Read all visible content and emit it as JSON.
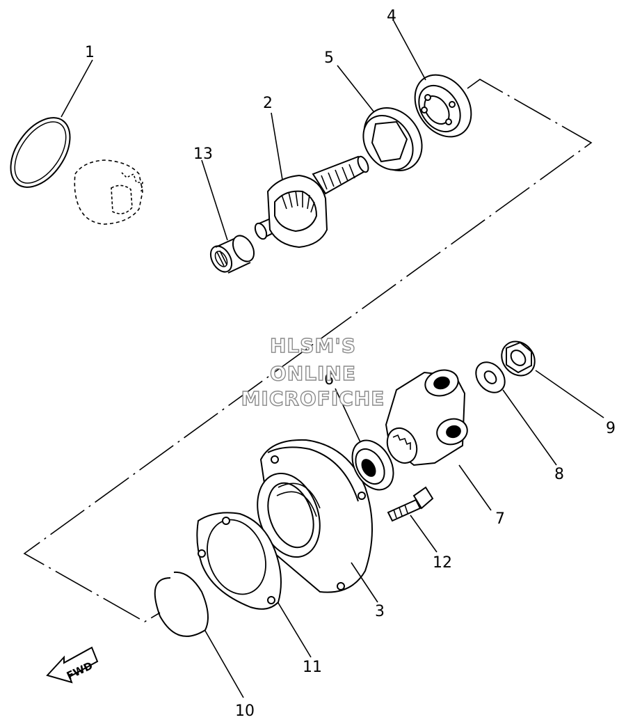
{
  "watermark": {
    "line1": "HLSM'S",
    "line2": "ONLINE",
    "line3": "MICROFICHE"
  },
  "fwd_label": "FWD",
  "part_numbers": {
    "p1": "1",
    "p2": "2",
    "p3": "3",
    "p4": "4",
    "p5": "5",
    "p6": "6",
    "p7": "7",
    "p8": "8",
    "p9": "9",
    "p10": "10",
    "p11": "11",
    "p12": "12",
    "p13": "13"
  }
}
